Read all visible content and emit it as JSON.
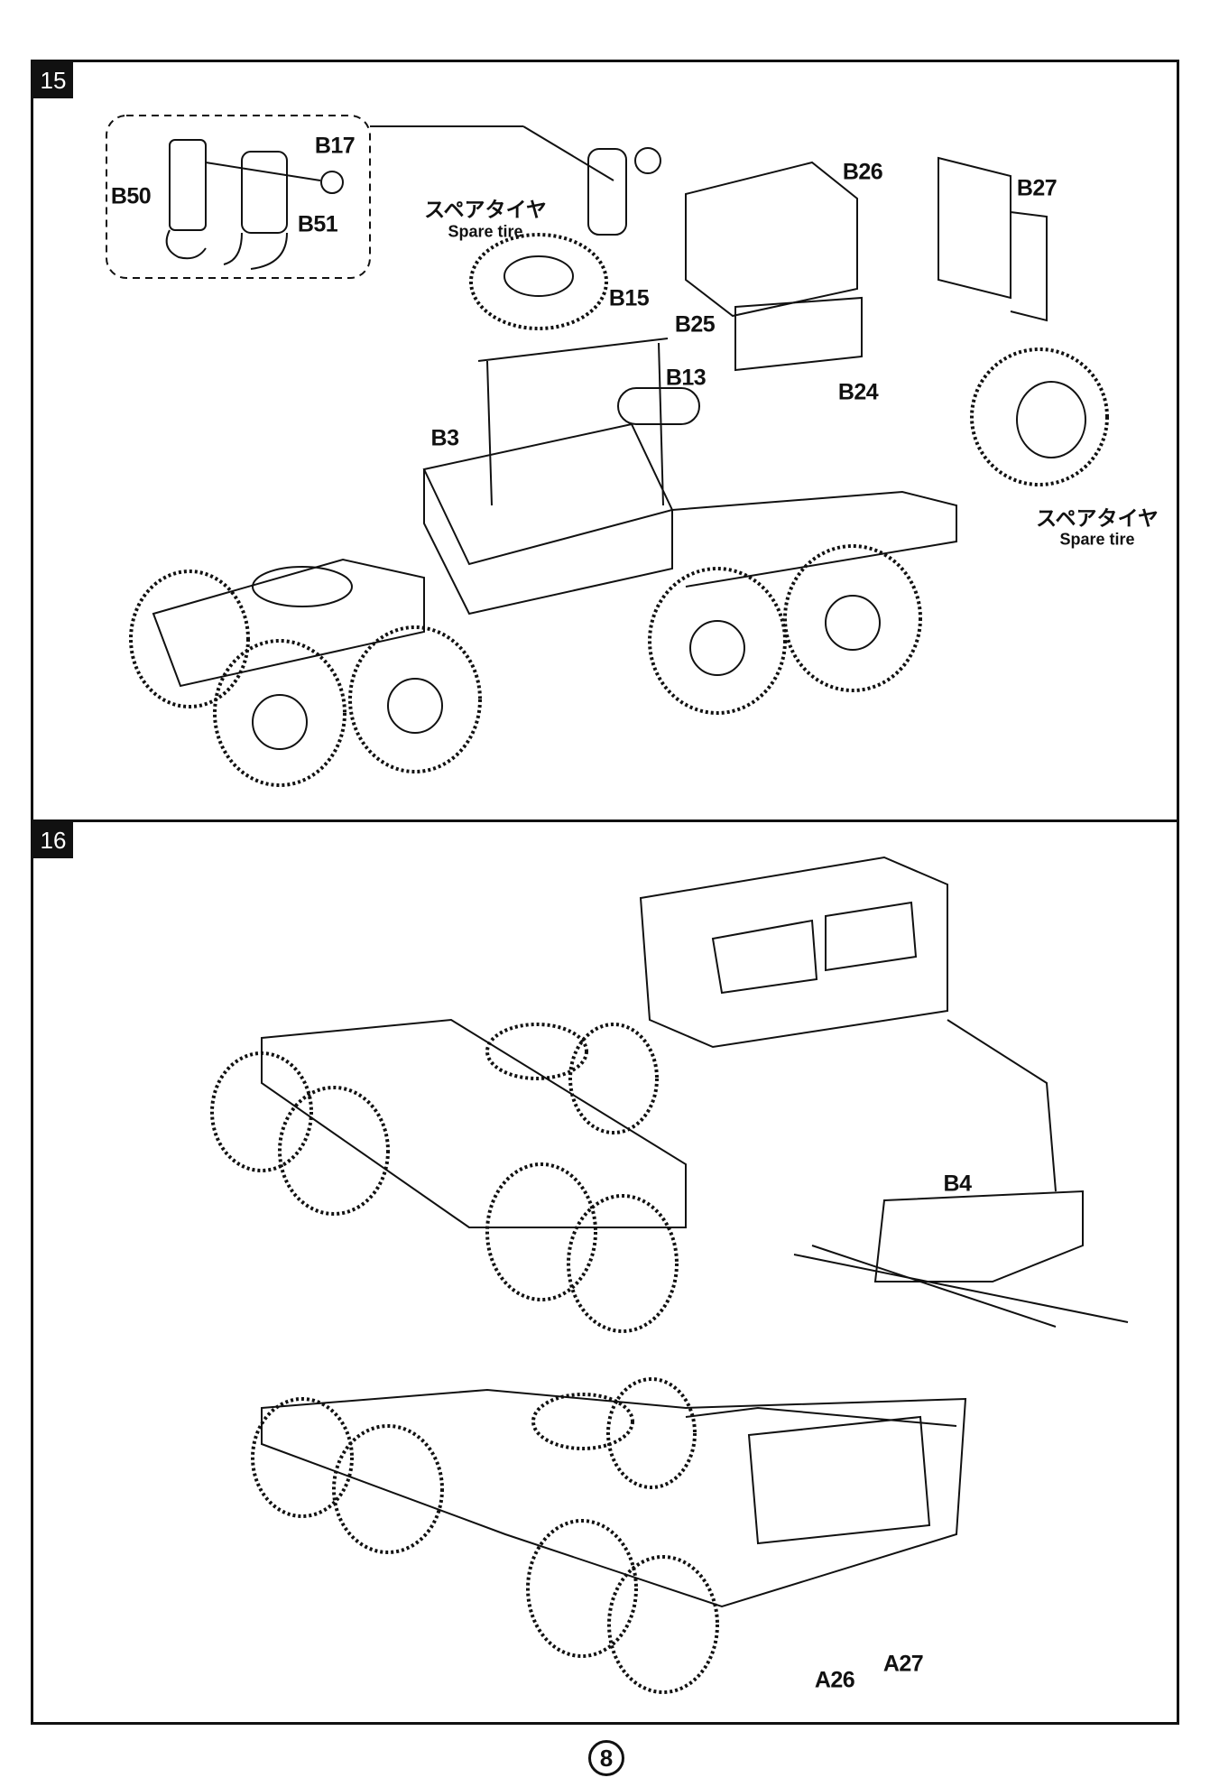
{
  "page_number": "8",
  "steps": [
    {
      "number": "15",
      "labels": {
        "b17": "B17",
        "b50": "B50",
        "b51": "B51",
        "b26": "B26",
        "b27": "B27",
        "b15": "B15",
        "b25": "B25",
        "b13": "B13",
        "b24": "B24",
        "b3": "B3"
      },
      "spare_tire_top": {
        "jp": "スペアタイヤ",
        "en": "Spare tire"
      },
      "spare_tire_right": {
        "jp": "スペアタイヤ",
        "en": "Spare tire"
      }
    },
    {
      "number": "16",
      "labels": {
        "b4": "B4",
        "a26": "A26",
        "a27": "A27"
      }
    }
  ]
}
